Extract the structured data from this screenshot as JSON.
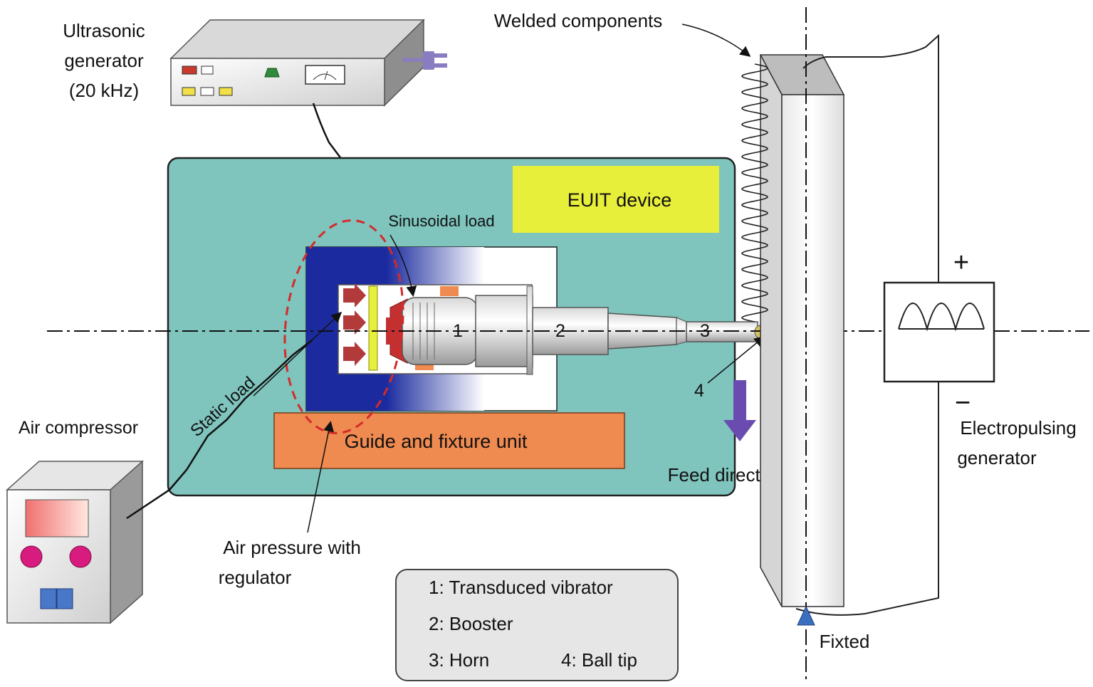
{
  "labels": {
    "ultrasonic_line1": "Ultrasonic",
    "ultrasonic_line2": "generator",
    "ultrasonic_line3": "(20 kHz)",
    "welded_components": "Welded components",
    "euit_device": "EUIT device",
    "sinusoidal_load": "Sinusoidal load",
    "static_load": "Static load",
    "air_compressor": "Air compressor",
    "guide_fixture": "Guide and fixture unit",
    "air_pressure_line1": "Air pressure with",
    "air_pressure_line2": "regulator",
    "feed_direction": "Feed direction",
    "electropulsing_line1": "Electropulsing",
    "electropulsing_line2": "generator",
    "plus": "+",
    "minus": "−",
    "fixed": "Fixted",
    "num1": "1",
    "num2": "2",
    "num3": "3",
    "num4": "4"
  },
  "legend": {
    "item1": "1: Transduced vibrator",
    "item2": "2: Booster",
    "item3": "3: Horn",
    "item4": "4: Ball tip"
  },
  "colors": {
    "device_bg": "#7fc4bd",
    "euit_box": "#e8ef3a",
    "guide_unit": "#ef8a50",
    "housing": "#1a2ea8",
    "dashed_ellipse": "#d42a2a",
    "feed_arrow": "#6a4bb0",
    "legend_bg": "#e6e6e6"
  }
}
